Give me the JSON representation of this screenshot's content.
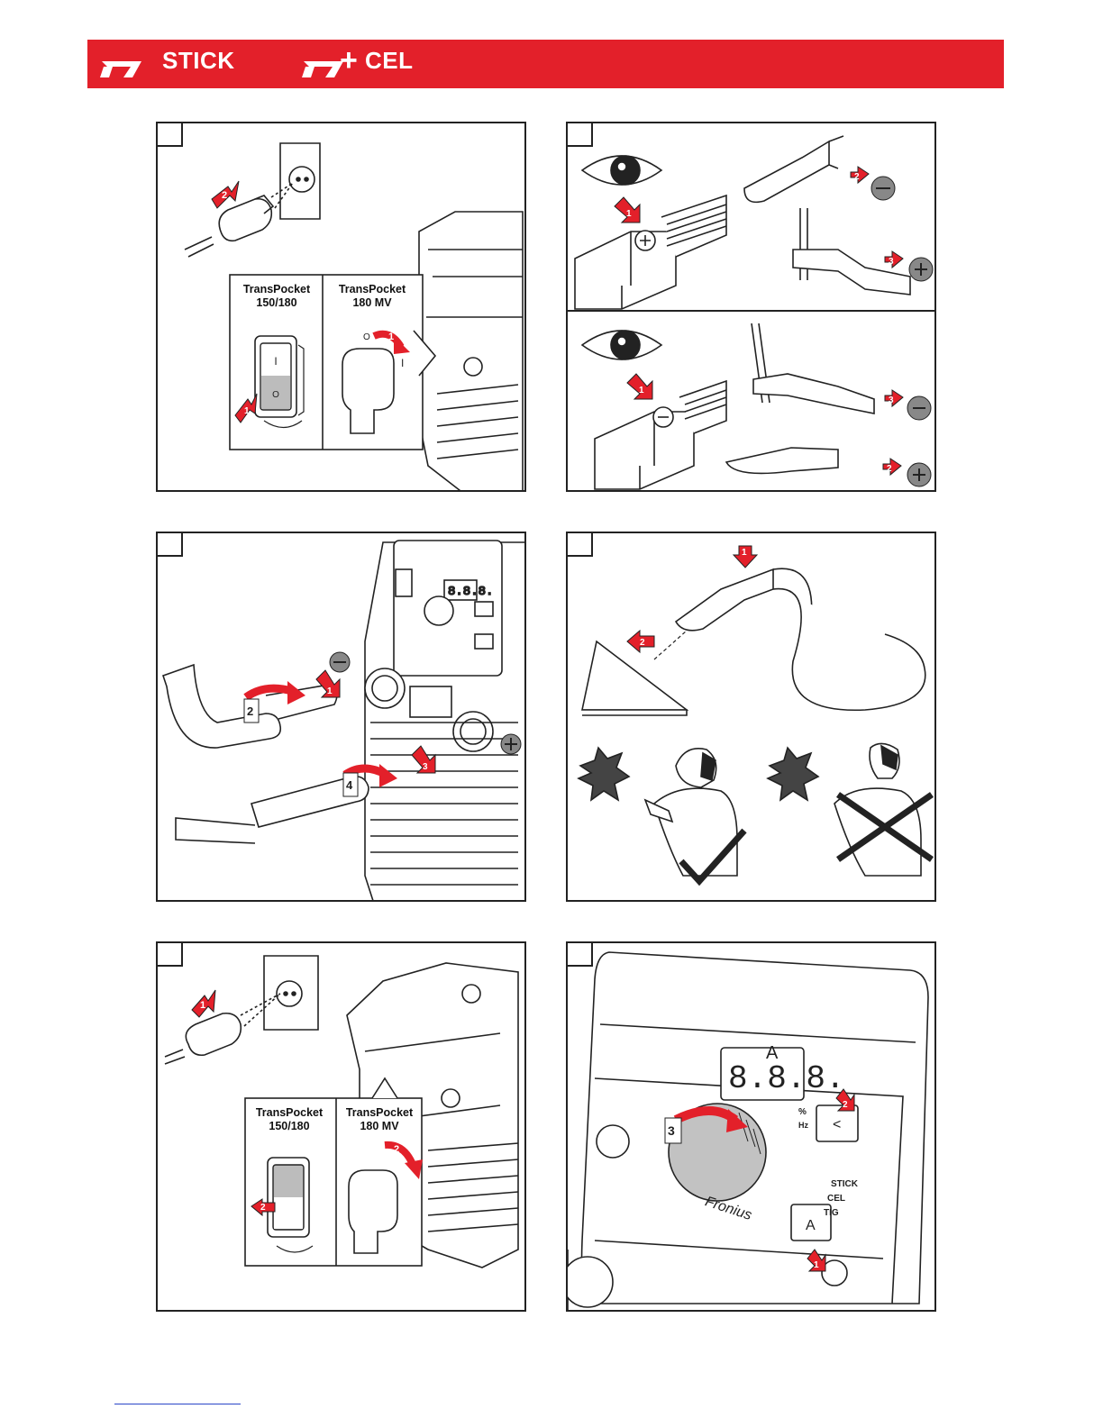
{
  "header": {
    "mode_1": "STICK",
    "plus": "+",
    "mode_2": "CEL",
    "accent_color": "#e3202a"
  },
  "panels": {
    "p1": {
      "switch_a_title_line1": "TransPocket",
      "switch_a_title_line2": "150/180",
      "switch_b_title_line1": "TransPocket",
      "switch_b_title_line2": "180 MV",
      "switch_a_on": "I",
      "switch_a_off": "O",
      "switch_b_off": "O",
      "switch_b_on": "I",
      "step_plug": "2",
      "step_switch_a": "1",
      "step_switch_b": "1"
    },
    "p2": {
      "step_top_1": "1",
      "step_top_2": "2",
      "step_top_3": "3",
      "step_bottom_1": "1",
      "step_bottom_2": "2",
      "step_bottom_3": "3"
    },
    "p3": {
      "step_1": "1",
      "step_2": "2",
      "step_3": "3",
      "step_4": "4",
      "display": "8.8.8."
    },
    "p4": {
      "step_1": "1",
      "step_2": "2"
    },
    "p5": {
      "switch_a_title_line1": "TransPocket",
      "switch_a_title_line2": "150/180",
      "switch_b_title_line1": "TransPocket",
      "switch_b_title_line2": "180 MV",
      "step_plug": "1",
      "step_switch_a": "2",
      "step_switch_b": "2"
    },
    "p6": {
      "display": "8.8.8.",
      "unit_percent": "%",
      "unit_hz": "Hz",
      "unit_a": "A",
      "mode_stick": "STICK",
      "mode_cel": "CEL",
      "mode_tig": "TIG",
      "brand": "Fronius",
      "button_left": "<",
      "button_a": "A",
      "step_1": "1",
      "step_2": "2",
      "step_3": "3"
    }
  }
}
